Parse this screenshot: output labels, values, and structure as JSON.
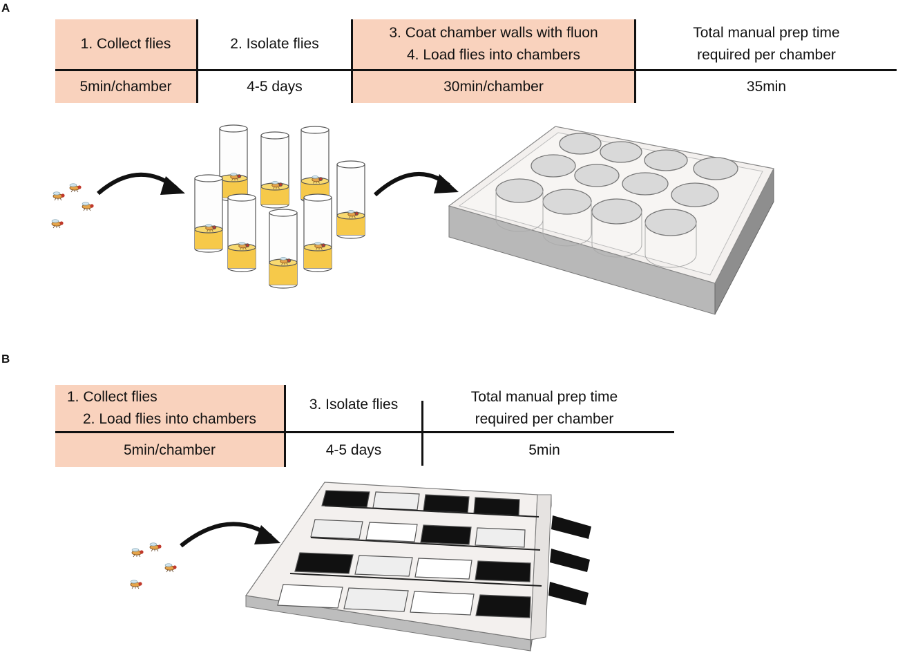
{
  "panel_a": {
    "letter": "A",
    "steps": [
      {
        "lines": [
          "1. Collect flies"
        ],
        "time": "5min/chamber",
        "manual": true
      },
      {
        "lines": [
          "2. Isolate flies"
        ],
        "time": "4-5 days",
        "manual": false
      },
      {
        "lines": [
          "3. Coat chamber walls with fluon",
          "4. Load flies into chambers"
        ],
        "time": "30min/chamber",
        "manual": true
      },
      {
        "lines": [
          "Total manual prep time",
          "required per chamber"
        ],
        "time": "35min",
        "manual": false
      }
    ]
  },
  "panel_b": {
    "letter": "B",
    "steps": [
      {
        "lines": [
          "1. Collect flies",
          "2. Load flies into chambers"
        ],
        "time": "5min/chamber",
        "manual": true
      },
      {
        "lines": [
          "3. Isolate flies"
        ],
        "time": "4-5 days",
        "manual": false
      },
      {
        "lines": [
          "Total manual prep time",
          "required per chamber"
        ],
        "time": "5min",
        "manual": false
      }
    ]
  },
  "colors": {
    "manual_highlight": "#f9d2bd",
    "food": "#f6c94a",
    "tray": "#f3f0ee",
    "divider": "#111111"
  }
}
